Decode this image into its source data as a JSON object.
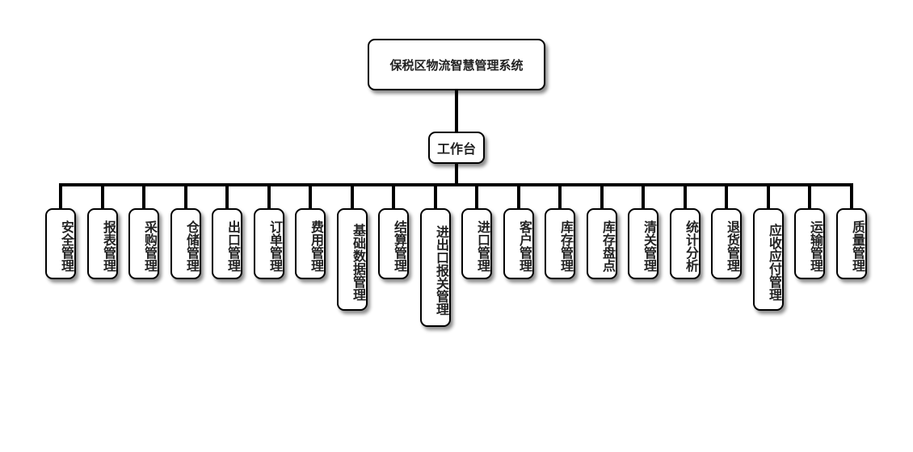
{
  "root": {
    "label": "保税区物流智慧管理系统"
  },
  "hub": {
    "label": "工作台"
  },
  "modules": [
    {
      "label": "安全管理"
    },
    {
      "label": "报表管理"
    },
    {
      "label": "采购管理"
    },
    {
      "label": "仓储管理"
    },
    {
      "label": "出口管理"
    },
    {
      "label": "订单管理"
    },
    {
      "label": "费用管理"
    },
    {
      "label": "基础数据管理"
    },
    {
      "label": "结算管理"
    },
    {
      "label": "进出口报关管理"
    },
    {
      "label": "进口管理"
    },
    {
      "label": "客户管理"
    },
    {
      "label": "库存管理"
    },
    {
      "label": "库存盘点"
    },
    {
      "label": "清关管理"
    },
    {
      "label": "统计分析"
    },
    {
      "label": "退货管理"
    },
    {
      "label": "应收应付管理"
    },
    {
      "label": "运输管理"
    },
    {
      "label": "质量管理"
    }
  ]
}
